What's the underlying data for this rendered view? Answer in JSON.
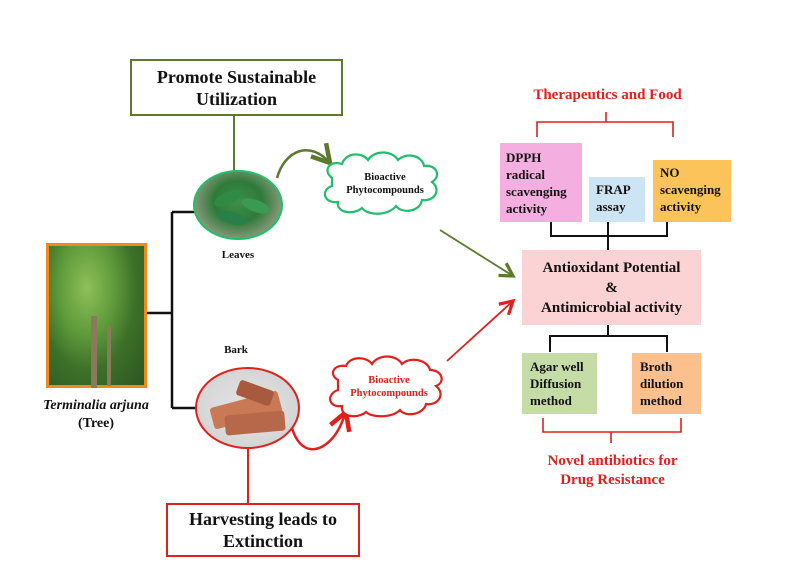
{
  "colors": {
    "olive_green": "#5b7a2e",
    "bright_green": "#1fbf6a",
    "red": "#e0201c",
    "orange_border": "#f08a1c",
    "black": "#111111",
    "pink_box": "#f4aee0",
    "blue_box": "#cde4f5",
    "yellow_box": "#fbc35a",
    "center_box": "#fbd3d4",
    "green_box": "#c5dca7",
    "peach_box": "#fbc08e"
  },
  "top_box": {
    "line1": "Promote Sustainable",
    "line2": "Utilization"
  },
  "bottom_box": {
    "line1": "Harvesting leads to",
    "line2": "Extinction"
  },
  "tree": {
    "name": "Terminalia arjuna",
    "sub": "(Tree)",
    "image_icon": "tree-photo"
  },
  "leaves": {
    "label": "Leaves",
    "image_icon": "leaves-photo"
  },
  "bark": {
    "label": "Bark",
    "image_icon": "bark-photo"
  },
  "cloud_leaves": {
    "line1": "Bioactive",
    "line2": "Phytocompounds"
  },
  "cloud_bark": {
    "line1": "Bioactive",
    "line2": "Phytocompounds"
  },
  "therapeutics_heading": "Therapeutics and Food",
  "assays": [
    {
      "lines": [
        "DPPH",
        "radical",
        "scavenging",
        "activity"
      ]
    },
    {
      "lines": [
        "FRAP",
        "assay"
      ]
    },
    {
      "lines": [
        "NO",
        "scavenging",
        "activity"
      ]
    }
  ],
  "center": {
    "line1": "Antioxidant Potential",
    "line2": "&",
    "line3": "Antimicrobial activity"
  },
  "methods": [
    {
      "lines": [
        "Agar well",
        "Diffusion",
        "method"
      ]
    },
    {
      "lines": [
        "Broth",
        "dilution",
        "method"
      ]
    }
  ],
  "novel_heading": {
    "line1": "Novel antibiotics for",
    "line2": "Drug Resistance"
  }
}
